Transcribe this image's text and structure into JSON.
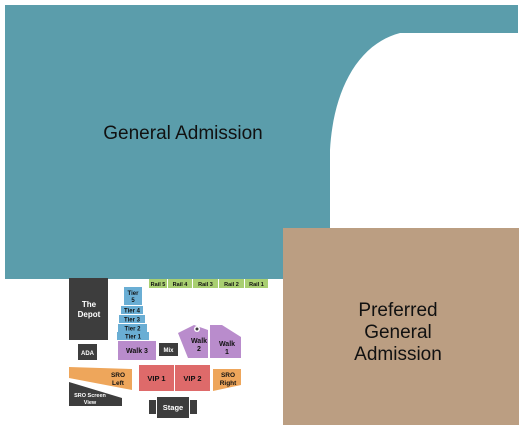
{
  "sections": {
    "general_admission": "General Admission",
    "preferred_general_admission": [
      "Preferred",
      "General",
      "Admission"
    ],
    "the_depot": [
      "The",
      "Depot"
    ],
    "ada": "ADA",
    "tiers": [
      "Tier 5",
      "Tier 4",
      "Tier 3",
      "Tier 2",
      "Tier 1"
    ],
    "tier5_lines": [
      "Tier",
      "5"
    ],
    "rails": [
      "Rail 5",
      "Rail 4",
      "Rail 3",
      "Rail 2",
      "Rail 1"
    ],
    "walk3": "Walk 3",
    "mix": "Mix",
    "walk2": [
      "Walk",
      "2"
    ],
    "walk1": [
      "Walk",
      "1"
    ],
    "sro_left": [
      "SRO",
      "Left"
    ],
    "vip1": "VIP 1",
    "vip2": "VIP 2",
    "sro_right": [
      "SRO",
      "Right"
    ],
    "sro_screen_view": [
      "SRO Screen",
      "View"
    ],
    "stage": "Stage"
  },
  "colors": {
    "general_admission": "#5b9dab",
    "preferred_general_admission": "#bb9e82",
    "the_depot": "#3d3d3d",
    "tiers": "#6aaed4",
    "rails": "#a9cf71",
    "walk": "#b98ccc",
    "sro": "#eea65b",
    "vip": "#de6a6a",
    "stage": "#3d3d3d"
  }
}
